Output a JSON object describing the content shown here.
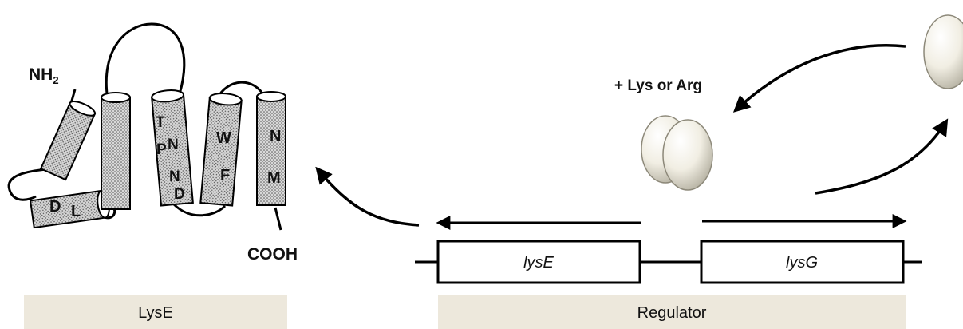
{
  "protein": {
    "n_terminus": "NH",
    "n_terminus_subscript": "2",
    "c_terminus": "COOH",
    "residues": {
      "h1_d": "D",
      "h1_l": "L",
      "h3_t": "T",
      "h3_p": "P",
      "h3_n1": "N",
      "h3_n2": "N",
      "h3_d": "D",
      "h4_w": "W",
      "h4_f": "F",
      "h5_n": "N",
      "h5_m": "M"
    }
  },
  "ligand_label": "+ Lys or Arg",
  "genes": {
    "lysE": "lysE",
    "lysG": "lysG"
  },
  "captions": {
    "left": "LysE",
    "right": "Regulator"
  },
  "colors": {
    "caption_bg": "#ede8dc",
    "helix_fill": "#dcdcdc",
    "ellipse_fill": "#efece2"
  }
}
